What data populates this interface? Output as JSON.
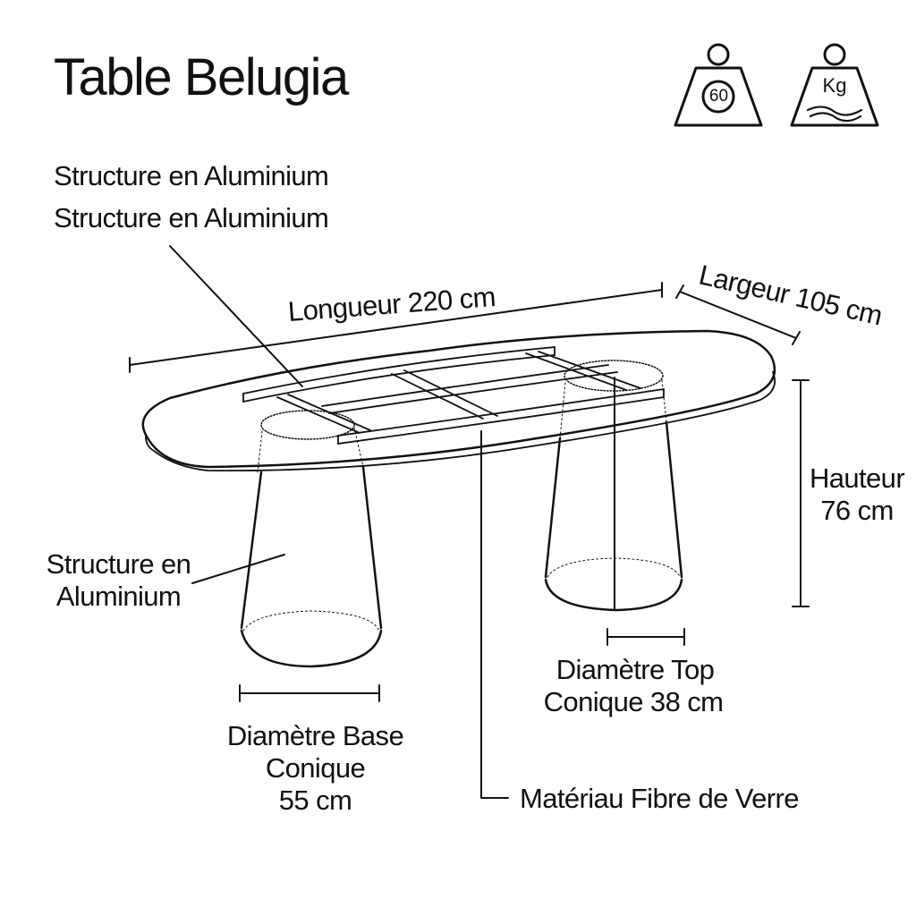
{
  "title": "Table Belugia",
  "icons": {
    "weight_limit": {
      "icon": "weight-60-icon",
      "value": "60"
    },
    "weight_kg": {
      "icon": "weight-kg-icon",
      "value": "Kg"
    }
  },
  "labels": {
    "structure_top_1": "Structure en Aluminium",
    "structure_top_2": "Structure en Aluminium",
    "longueur": "Longueur 220 cm",
    "largeur": "Largeur 105 cm",
    "hauteur_line1": "Hauteur",
    "hauteur_line2": "76 cm",
    "structure_side_line1": "Structure en",
    "structure_side_line2": "Aluminium",
    "diam_top_line1": "Diamètre Top",
    "diam_top_line2": "Conique 38 cm",
    "diam_base_line1": "Diamètre Base",
    "diam_base_line2": "Conique",
    "diam_base_line3": "55 cm",
    "materiau": "Matériau Fibre de Verre"
  },
  "colors": {
    "ink": "#111111",
    "background": "#ffffff"
  }
}
